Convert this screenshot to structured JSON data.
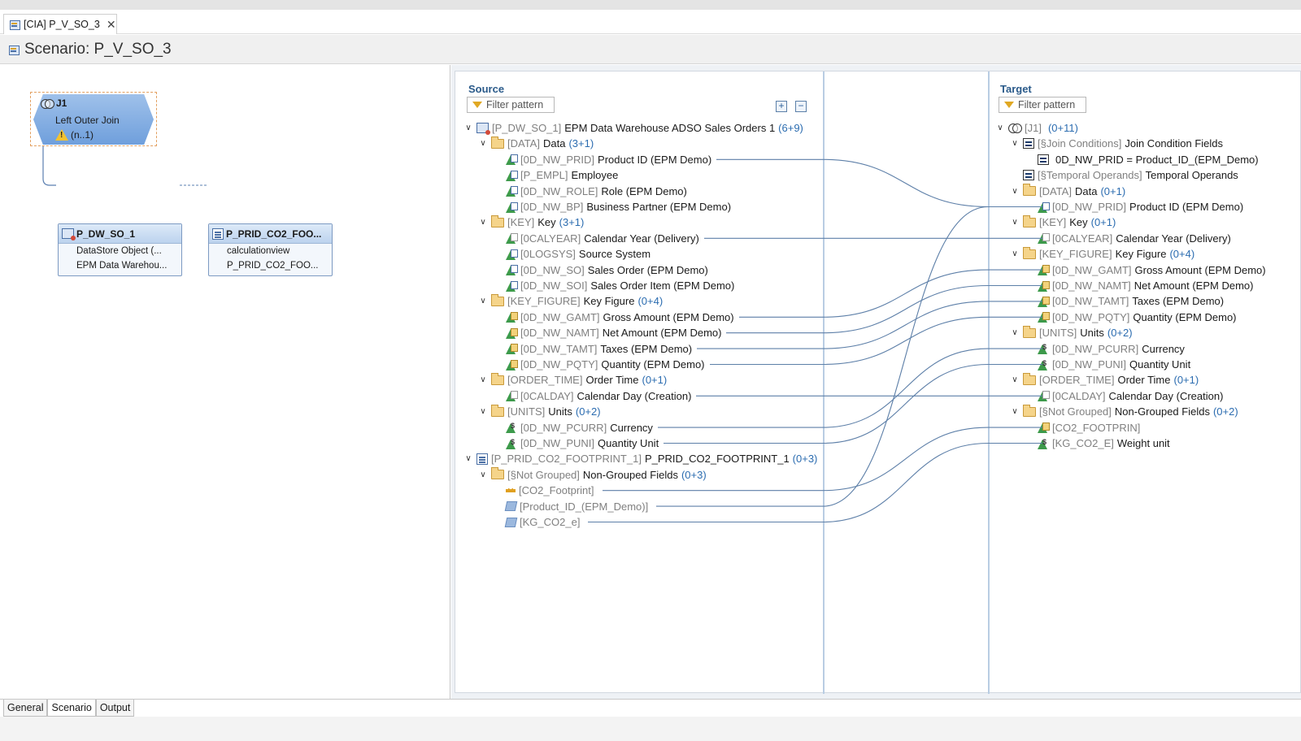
{
  "editor_tab": {
    "label": "[CIA] P_V_SO_3",
    "close": "✕"
  },
  "title": "Scenario: P_V_SO_3",
  "canvas": {
    "join": {
      "name": "J1",
      "type": "Left Outer Join",
      "cardinality": "(n..1)"
    },
    "nodes": [
      {
        "name": "P_DW_SO_1",
        "line1": "DataStore Object (...",
        "line2": "EPM Data Warehou..."
      },
      {
        "name": "P_PRID_CO2_FOO...",
        "line1": "calculationview",
        "line2": "P_PRID_CO2_FOO..."
      }
    ]
  },
  "mapping": {
    "source_header": "Source",
    "target_header": "Target",
    "filter_placeholder": "Filter pattern",
    "expand_all": "+",
    "collapse_all": "−",
    "source_rows": [
      {
        "tech": "[P_DW_SO_1]",
        "label": "EPM Data Warehouse ADSO Sales Orders 1",
        "count": "(6+9)"
      },
      {
        "tech": "[DATA]",
        "label": "Data",
        "count": "(3+1)"
      },
      {
        "tech": "[0D_NW_PRID]",
        "label": "Product ID (EPM Demo)",
        "count": ""
      },
      {
        "tech": "[P_EMPL]",
        "label": "Employee",
        "count": ""
      },
      {
        "tech": "[0D_NW_ROLE]",
        "label": "Role (EPM Demo)",
        "count": ""
      },
      {
        "tech": "[0D_NW_BP]",
        "label": "Business Partner (EPM Demo)",
        "count": ""
      },
      {
        "tech": "[KEY]",
        "label": "Key",
        "count": "(3+1)"
      },
      {
        "tech": "[0CALYEAR]",
        "label": "Calendar Year (Delivery)",
        "count": ""
      },
      {
        "tech": "[0LOGSYS]",
        "label": "Source System",
        "count": ""
      },
      {
        "tech": "[0D_NW_SO]",
        "label": "Sales Order (EPM Demo)",
        "count": ""
      },
      {
        "tech": "[0D_NW_SOI]",
        "label": "Sales Order Item (EPM Demo)",
        "count": ""
      },
      {
        "tech": "[KEY_FIGURE]",
        "label": "Key Figure",
        "count": "(0+4)"
      },
      {
        "tech": "[0D_NW_GAMT]",
        "label": "Gross Amount (EPM Demo)",
        "count": ""
      },
      {
        "tech": "[0D_NW_NAMT]",
        "label": "Net Amount (EPM Demo)",
        "count": ""
      },
      {
        "tech": "[0D_NW_TAMT]",
        "label": "Taxes (EPM Demo)",
        "count": ""
      },
      {
        "tech": "[0D_NW_PQTY]",
        "label": "Quantity (EPM Demo)",
        "count": ""
      },
      {
        "tech": "[ORDER_TIME]",
        "label": "Order Time",
        "count": "(0+1)"
      },
      {
        "tech": "[0CALDAY]",
        "label": "Calendar Day (Creation)",
        "count": ""
      },
      {
        "tech": "[UNITS]",
        "label": "Units",
        "count": "(0+2)"
      },
      {
        "tech": "[0D_NW_PCURR]",
        "label": "Currency",
        "count": ""
      },
      {
        "tech": "[0D_NW_PUNI]",
        "label": "Quantity Unit",
        "count": ""
      },
      {
        "tech": "[P_PRID_CO2_FOOTPRINT_1]",
        "label": "P_PRID_CO2_FOOTPRINT_1",
        "count": "(0+3)"
      },
      {
        "tech": "[§Not Grouped]",
        "label": "Non-Grouped Fields",
        "count": "(0+3)"
      },
      {
        "tech": "[CO2_Footprint]",
        "label": "",
        "count": ""
      },
      {
        "tech": "[Product_ID_(EPM_Demo)]",
        "label": "",
        "count": ""
      },
      {
        "tech": "[KG_CO2_e]",
        "label": "",
        "count": ""
      }
    ],
    "target_rows": [
      {
        "tech": "[J1]",
        "label": "",
        "count": "(0+11)"
      },
      {
        "tech": "[§Join Conditions]",
        "label": "Join Condition Fields",
        "count": ""
      },
      {
        "tech": "",
        "label": "0D_NW_PRID = Product_ID_(EPM_Demo)",
        "count": ""
      },
      {
        "tech": "[§Temporal Operands]",
        "label": "Temporal Operands",
        "count": ""
      },
      {
        "tech": "[DATA]",
        "label": "Data",
        "count": "(0+1)"
      },
      {
        "tech": "[0D_NW_PRID]",
        "label": "Product ID (EPM Demo)",
        "count": ""
      },
      {
        "tech": "[KEY]",
        "label": "Key",
        "count": "(0+1)"
      },
      {
        "tech": "[0CALYEAR]",
        "label": "Calendar Year (Delivery)",
        "count": ""
      },
      {
        "tech": "[KEY_FIGURE]",
        "label": "Key Figure",
        "count": "(0+4)"
      },
      {
        "tech": "[0D_NW_GAMT]",
        "label": "Gross Amount (EPM Demo)",
        "count": ""
      },
      {
        "tech": "[0D_NW_NAMT]",
        "label": "Net Amount (EPM Demo)",
        "count": ""
      },
      {
        "tech": "[0D_NW_TAMT]",
        "label": "Taxes (EPM Demo)",
        "count": ""
      },
      {
        "tech": "[0D_NW_PQTY]",
        "label": "Quantity (EPM Demo)",
        "count": ""
      },
      {
        "tech": "[UNITS]",
        "label": "Units",
        "count": "(0+2)"
      },
      {
        "tech": "[0D_NW_PCURR]",
        "label": "Currency",
        "count": ""
      },
      {
        "tech": "[0D_NW_PUNI]",
        "label": "Quantity Unit",
        "count": ""
      },
      {
        "tech": "[ORDER_TIME]",
        "label": "Order Time",
        "count": "(0+1)"
      },
      {
        "tech": "[0CALDAY]",
        "label": "Calendar Day (Creation)",
        "count": ""
      },
      {
        "tech": "[§Not Grouped]",
        "label": "Non-Grouped Fields",
        "count": "(0+2)"
      },
      {
        "tech": "[CO2_FOOTPRIN]",
        "label": "",
        "count": ""
      },
      {
        "tech": "[KG_CO2_E]",
        "label": "Weight unit",
        "count": ""
      }
    ]
  },
  "bottom_tabs": [
    {
      "label": "General"
    },
    {
      "label": "Scenario"
    },
    {
      "label": "Output"
    }
  ]
}
